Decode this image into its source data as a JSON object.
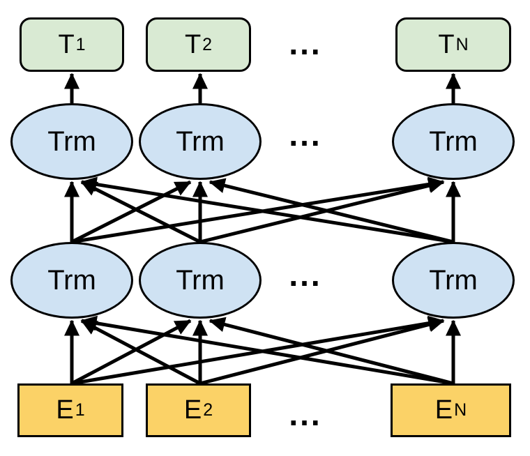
{
  "diagram": {
    "type": "neural-network-architecture",
    "ellipsis": "...",
    "trm_label": "Trm",
    "colors": {
      "output_fill": "#d9ead3",
      "trm_fill": "#cfe2f3",
      "embedding_fill": "#fbd267",
      "stroke": "#000000",
      "arrow": "#000000",
      "background": "#ffffff"
    },
    "outputs": [
      {
        "main": "T",
        "sub": "1"
      },
      {
        "main": "T",
        "sub": "2"
      },
      {
        "main": "T",
        "sub": "N"
      }
    ],
    "upper_trm": [
      {
        "label": "Trm"
      },
      {
        "label": "Trm"
      },
      {
        "label": "Trm"
      }
    ],
    "lower_trm": [
      {
        "label": "Trm"
      },
      {
        "label": "Trm"
      },
      {
        "label": "Trm"
      }
    ],
    "embeddings": [
      {
        "main": "E",
        "sub": "1"
      },
      {
        "main": "E",
        "sub": "2"
      },
      {
        "main": "E",
        "sub": "N"
      }
    ],
    "connectivity": "each embedding connects to every lower Trm; each lower Trm connects to every upper Trm; each upper Trm connects vertically to its output T"
  }
}
